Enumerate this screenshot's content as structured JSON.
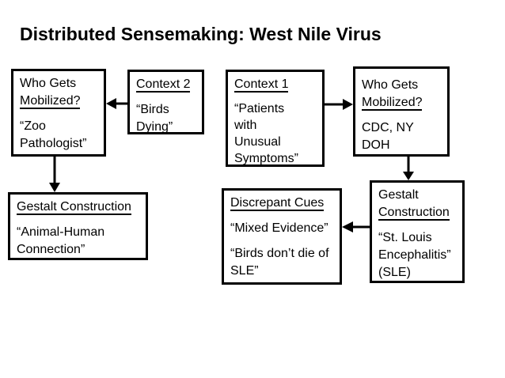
{
  "title": "Distributed Sensemaking: West Nile Virus",
  "colors": {
    "ink": "#000000",
    "background": "#ffffff"
  },
  "boxes": {
    "mobilized_left": {
      "heading_lines": [
        "Who Gets",
        "Mobilized?"
      ],
      "body": [
        [
          "“Zoo",
          "Pathologist”"
        ]
      ]
    },
    "context_2": {
      "heading_lines": [
        "Context 2"
      ],
      "body": [
        [
          "“Birds",
          "Dying”"
        ]
      ]
    },
    "context_1": {
      "heading_lines": [
        "Context 1"
      ],
      "body": [
        [
          "“Patients",
          "with",
          "Unusual",
          "Symptoms”"
        ]
      ]
    },
    "mobilized_right": {
      "heading_lines": [
        "Who Gets",
        "Mobilized?"
      ],
      "body": [
        [
          "CDC, NY",
          "DOH"
        ]
      ]
    },
    "gestalt_left": {
      "heading_lines": [
        "Gestalt Construction"
      ],
      "body": [
        [
          "“Animal-Human",
          "Connection”"
        ]
      ]
    },
    "discrepant_cues": {
      "heading_lines": [
        "Discrepant Cues"
      ],
      "body": [
        [
          "“Mixed Evidence”"
        ],
        [
          "“Birds don’t die of",
          "SLE”"
        ]
      ]
    },
    "gestalt_right": {
      "heading_lines": [
        "Gestalt",
        "Construction"
      ],
      "body": [
        [
          "“St. Louis",
          "Encephalitis”",
          "(SLE)"
        ]
      ]
    }
  },
  "connections": [
    {
      "from": "context_2",
      "to": "mobilized_left",
      "direction": "left"
    },
    {
      "from": "context_1",
      "to": "mobilized_right",
      "direction": "right"
    },
    {
      "from": "mobilized_left",
      "to": "gestalt_left",
      "direction": "down"
    },
    {
      "from": "mobilized_right",
      "to": "gestalt_right",
      "direction": "down"
    },
    {
      "from": "gestalt_right",
      "to": "discrepant_cues",
      "direction": "left"
    }
  ]
}
